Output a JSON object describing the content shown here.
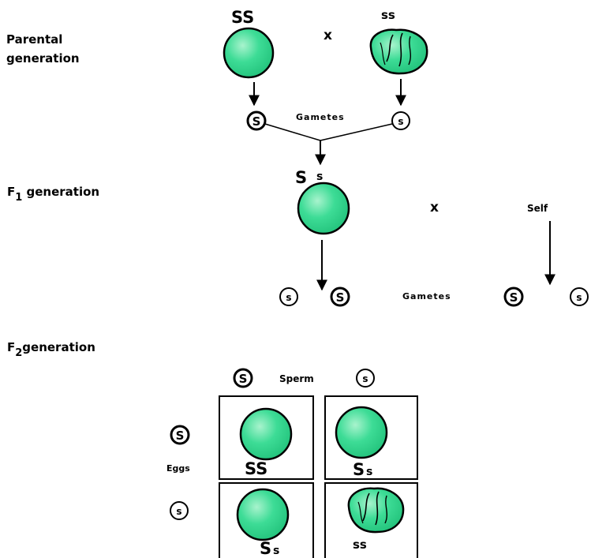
{
  "labels": {
    "parental_line1": "Parental",
    "parental_line2": "generation",
    "f1_prefix": "F",
    "f1_sub": "1",
    "f1_suffix": " generation",
    "f2_prefix": "F",
    "f2_sub": "2",
    "f2_suffix": "generation",
    "gametes": "Gametes",
    "self": "Self",
    "sperm": "Sperm",
    "eggs": "Eggs",
    "cross": "x"
  },
  "genotypes": {
    "parent_round": "SS",
    "parent_wrinkled": "ss",
    "f1_big": "S",
    "f1_small": "s",
    "cell_SS": "SS",
    "cell_Ss_top_big": "S",
    "cell_Ss_top_small": "s",
    "cell_Ss_bottom_big": "S",
    "cell_Ss_bottom_small": "s",
    "cell_ss": "ss"
  },
  "alleles": {
    "dominant": "S",
    "recessive": "s"
  },
  "colors": {
    "pea_green": "#2fd88f",
    "pea_light": "#9ef0c6",
    "outline": "#000000"
  }
}
